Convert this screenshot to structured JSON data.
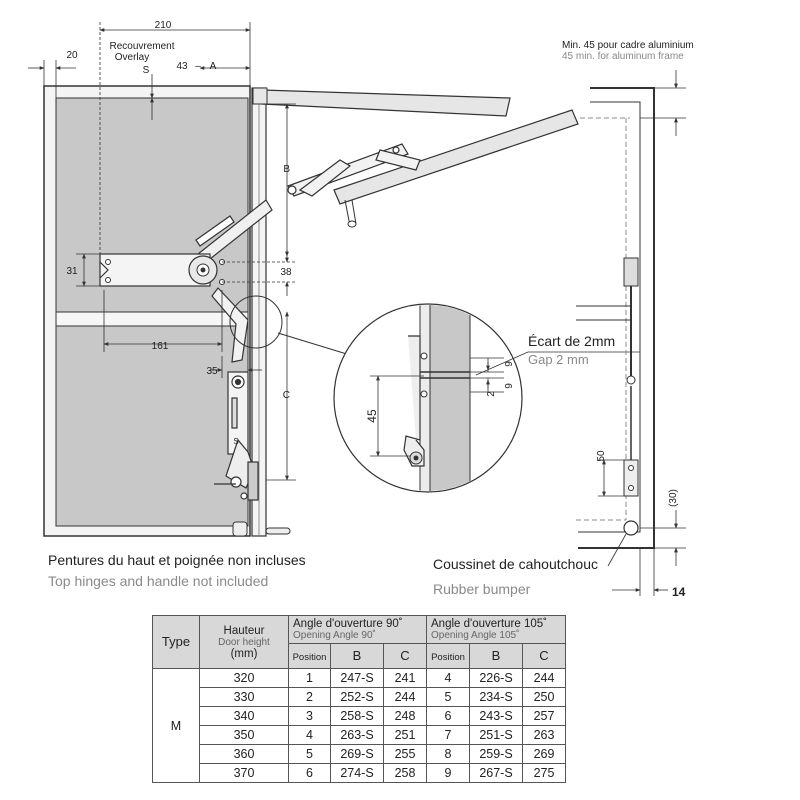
{
  "dimensions": {
    "d210": "210",
    "d20": "20",
    "overlay_fr": "Recouvrement",
    "overlay_en": "Overlay",
    "overlay_s": "S",
    "d43": "43",
    "d43_sep": "–",
    "d43_a": "A",
    "min_frame_fr": "Min. 45 pour cadre aluminium",
    "min_frame_en": "45 min. for aluminum frame",
    "b": "B",
    "c": "C",
    "d31": "31",
    "d38": "38",
    "d161": "161",
    "d35": "35",
    "hinge_s": "S",
    "gap_fr": "Écart de 2mm",
    "gap_en": "Gap 2 mm",
    "d9a": "9",
    "d2": "2",
    "d9b": "9",
    "d45": "45",
    "d50": "50",
    "d30": "(30)",
    "d14": "14"
  },
  "captions": {
    "hinges_fr": "Pentures du haut et poignée non incluses",
    "hinges_en": "Top hinges and handle not included",
    "bumper_fr": "Coussinet de cahoutchouc",
    "bumper_en": "Rubber bumper"
  },
  "table": {
    "type_header": "Type",
    "height_fr": "Hauteur",
    "height_en": "Door height",
    "height_unit": "(mm)",
    "angle90_fr": "Angle d'ouverture 90˚",
    "angle90_en": "Opening Angle 90˚",
    "angle105_fr": "Angle d'ouverture 105˚",
    "angle105_en": "Opening Angle 105˚",
    "position": "Position",
    "col_b": "B",
    "col_c": "C",
    "type_value": "M",
    "rows": [
      [
        "320",
        "1",
        "247-S",
        "241",
        "4",
        "226-S",
        "244"
      ],
      [
        "330",
        "2",
        "252-S",
        "244",
        "5",
        "234-S",
        "250"
      ],
      [
        "340",
        "3",
        "258-S",
        "248",
        "6",
        "243-S",
        "257"
      ],
      [
        "350",
        "4",
        "263-S",
        "251",
        "7",
        "251-S",
        "263"
      ],
      [
        "360",
        "5",
        "269-S",
        "255",
        "8",
        "259-S",
        "269"
      ],
      [
        "370",
        "6",
        "274-S",
        "258",
        "9",
        "267-S",
        "275"
      ]
    ]
  },
  "colors": {
    "door_fill": "#c8c8c8",
    "frame_fill": "#f2f2f2",
    "line": "#333333",
    "dashed": "#888888",
    "header_fill": "#d8d8d8"
  }
}
